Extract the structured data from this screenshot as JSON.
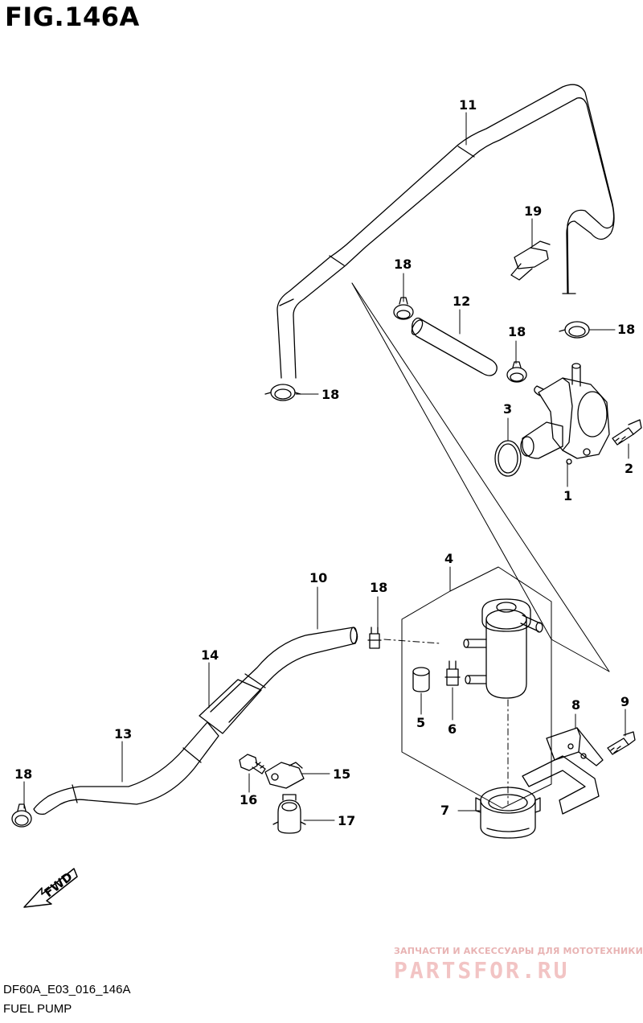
{
  "figure_title": "FIG.146A",
  "footer": {
    "code": "DF60A_E03_016_146A",
    "name": "FUEL PUMP"
  },
  "direction_label": "FWD",
  "watermark": {
    "line": "ЗАПЧАСТИ И АКСЕССУАРЫ ДЛЯ МОТОТЕХНИКИ",
    "logo": "PARTSFOR.RU"
  },
  "callouts": {
    "c1": "1",
    "c2": "2",
    "c3": "3",
    "c4": "4",
    "c5": "5",
    "c6": "6",
    "c7": "7",
    "c8": "8",
    "c9": "9",
    "c10": "10",
    "c11": "11",
    "c12": "12",
    "c13": "13",
    "c14": "14",
    "c15": "15",
    "c16": "16",
    "c17": "17",
    "c18": "18",
    "c19": "19"
  },
  "colors": {
    "line": "#000000",
    "fill": "#ffffff",
    "watermark": "#e8b3b3"
  }
}
